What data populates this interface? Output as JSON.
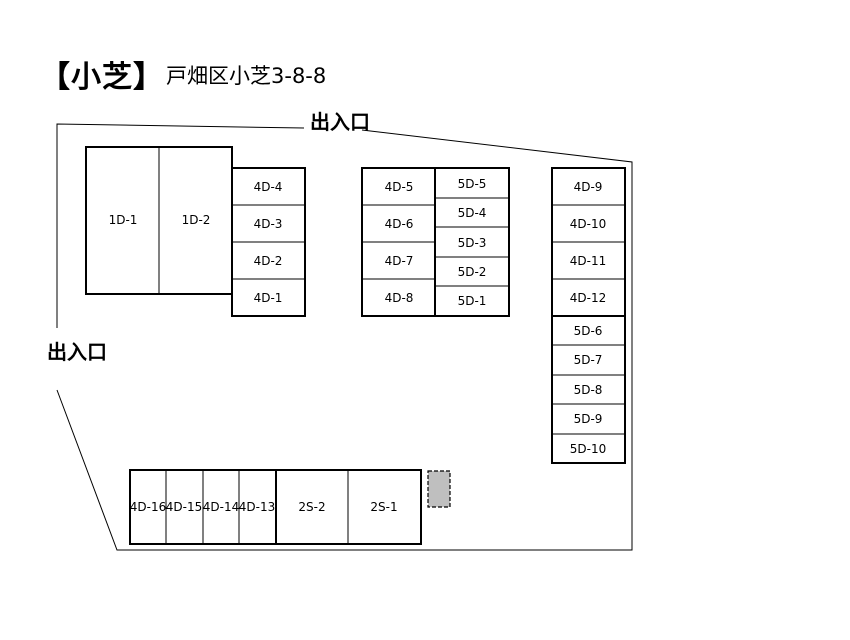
{
  "header": {
    "title_bracket": "【小芝】",
    "address": "戸畑区小芝3-8-8"
  },
  "entrances": {
    "top": "出入口",
    "left": "出入口"
  },
  "colors": {
    "outline": "#000000",
    "marker_fill": "#bfbfbf",
    "background": "#ffffff"
  },
  "blocks": {
    "block_a_large": [
      "1D-1",
      "1D-2"
    ],
    "block_a_small": [
      "4D-4",
      "4D-3",
      "4D-2",
      "4D-1"
    ],
    "block_b_left": [
      "4D-5",
      "4D-6",
      "4D-7",
      "4D-8"
    ],
    "block_b_right": [
      "5D-5",
      "5D-4",
      "5D-3",
      "5D-2",
      "5D-1"
    ],
    "block_c_upper": [
      "4D-9",
      "4D-10",
      "4D-11",
      "4D-12"
    ],
    "block_c_lower": [
      "5D-6",
      "5D-7",
      "5D-8",
      "5D-9",
      "5D-10"
    ],
    "block_d_small": [
      "4D-16",
      "4D-15",
      "4D-14",
      "4D-13"
    ],
    "block_d_large": [
      "2S-2",
      "2S-1"
    ]
  }
}
